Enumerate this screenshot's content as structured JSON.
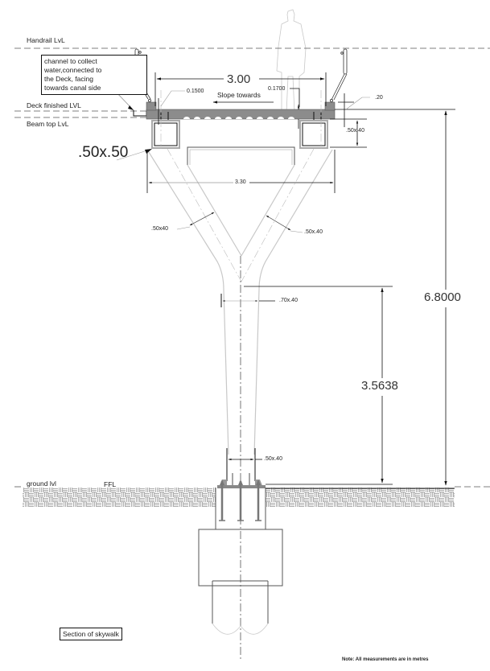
{
  "drawing": {
    "title": "Section of skywalk",
    "note": "Note: All measurements are in metres",
    "levels": {
      "handrail": "Handrail LvL",
      "deck_finished": "Deck finished LVL",
      "beam_top": "Beam top LvL",
      "ground": "ground lvl",
      "ffl": "FFL"
    },
    "callout": {
      "lines": [
        "channel to collect",
        "water,connected to",
        "the Deck, facing",
        "towards canal side"
      ]
    },
    "annotations": {
      "deck_width": "3.00",
      "slope_left_value": "0.1500",
      "slope_right_value": "0.1700",
      "slope_text": "Slope towards",
      "curb_height": ".20",
      "beam_right": ".50x.40",
      "beam_left": ".50x.50",
      "base_width": "3.30",
      "branch_left": ".50x40",
      "branch_right": ".50x.40",
      "column_top": ".70x.40",
      "column_bottom": ".50x.40",
      "height_column": "3.5638",
      "height_total": "6.8000"
    },
    "colors": {
      "line": "#111111",
      "light_line": "#bdbdbd",
      "deck_fill": "#8c8c8c",
      "ground_hatch": "#8a8a8a"
    }
  }
}
